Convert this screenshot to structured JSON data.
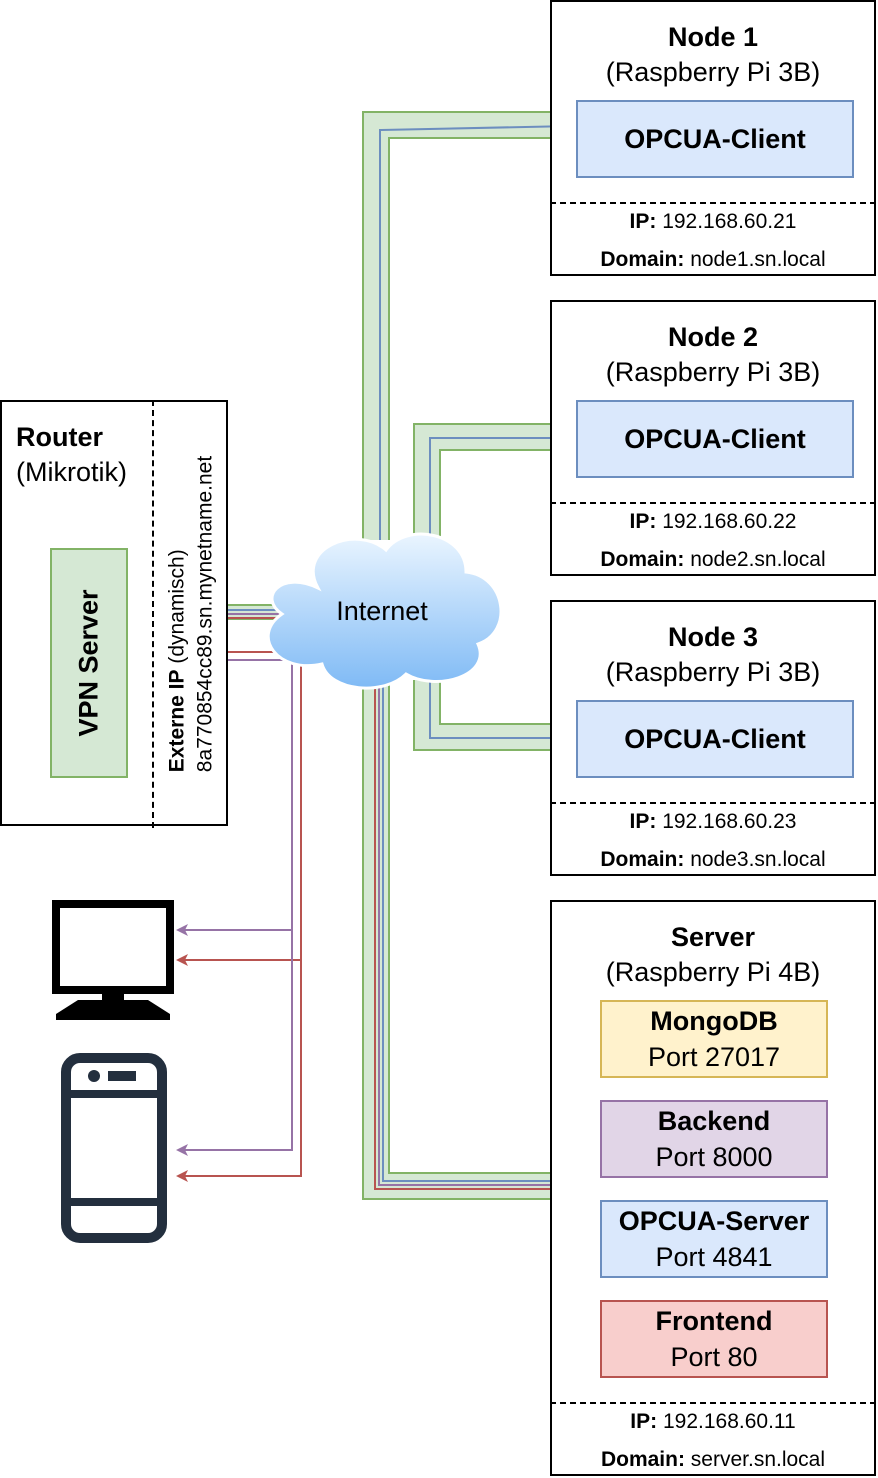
{
  "router": {
    "title": "Router",
    "subtitle": "(Mikrotik)",
    "vpn_label": "VPN Server",
    "ext_ip_label": "Externe IP",
    "ext_ip_note": "(dynamisch)",
    "ext_ip_host": "8a770854cc89.sn.mynetname.net"
  },
  "internet": {
    "label": "Internet"
  },
  "nodes": [
    {
      "title": "Node 1",
      "subtitle": "(Raspberry Pi 3B)",
      "service": "OPCUA-Client",
      "ip_label": "IP:",
      "ip": "192.168.60.21",
      "domain_label": "Domain:",
      "domain": "node1.sn.local"
    },
    {
      "title": "Node 2",
      "subtitle": "(Raspberry Pi 3B)",
      "service": "OPCUA-Client",
      "ip_label": "IP:",
      "ip": "192.168.60.22",
      "domain_label": "Domain:",
      "domain": "node2.sn.local"
    },
    {
      "title": "Node 3",
      "subtitle": "(Raspberry Pi 3B)",
      "service": "OPCUA-Client",
      "ip_label": "IP:",
      "ip": "192.168.60.23",
      "domain_label": "Domain:",
      "domain": "node3.sn.local"
    }
  ],
  "server": {
    "title": "Server",
    "subtitle": "(Raspberry Pi 4B)",
    "services": [
      {
        "name": "MongoDB",
        "port": "Port 27017",
        "color": "yellow"
      },
      {
        "name": "Backend",
        "port": "Port 8000",
        "color": "purple"
      },
      {
        "name": "OPCUA-Server",
        "port": "Port 4841",
        "color": "blue"
      },
      {
        "name": "Frontend",
        "port": "Port 80",
        "color": "red"
      }
    ],
    "ip_label": "IP:",
    "ip": "192.168.60.11",
    "domain_label": "Domain:",
    "domain": "server.sn.local"
  },
  "clients": [
    {
      "icon": "desktop-monitor-icon"
    },
    {
      "icon": "smartphone-icon"
    }
  ],
  "colors": {
    "green_fill": "#d5e8d4",
    "green_stroke": "#82b366",
    "blue": "#6c8ebf",
    "purple": "#9673a6",
    "red": "#b85450",
    "yellow": "#d6b656",
    "cloud_top": "#eaf5ff",
    "cloud_bottom": "#7fbaf5"
  }
}
